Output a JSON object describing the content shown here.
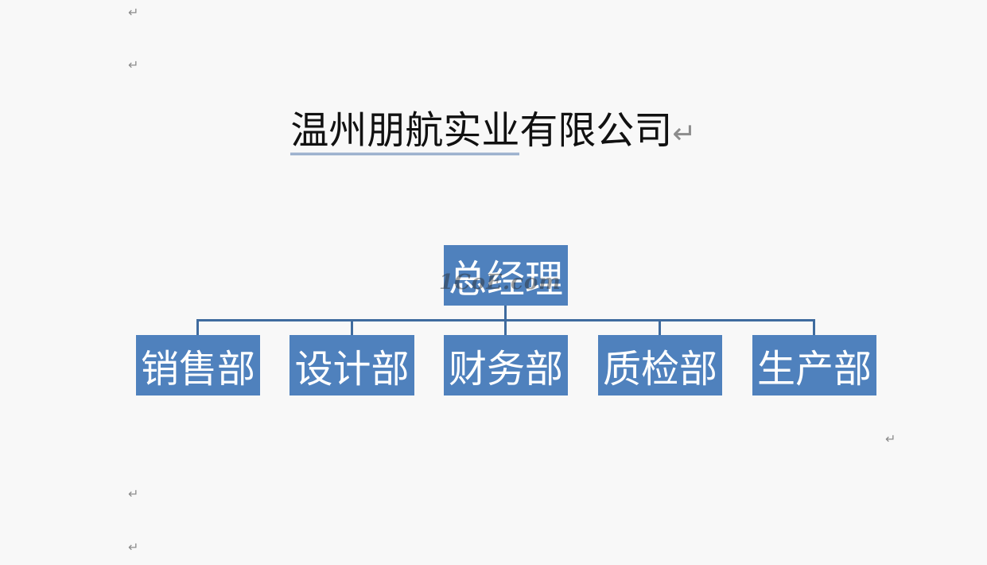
{
  "document": {
    "paragraph_mark": "↵",
    "title": {
      "underlined_part": "温州朋航实业",
      "rest": "有限公司"
    }
  },
  "org_chart": {
    "root": "总经理",
    "departments": [
      "销售部",
      "设计部",
      "财务部",
      "质检部",
      "生产部"
    ],
    "box_color": "#4f81bd",
    "connector_color": "#3f6b9e"
  },
  "watermark": "1CoE.com"
}
